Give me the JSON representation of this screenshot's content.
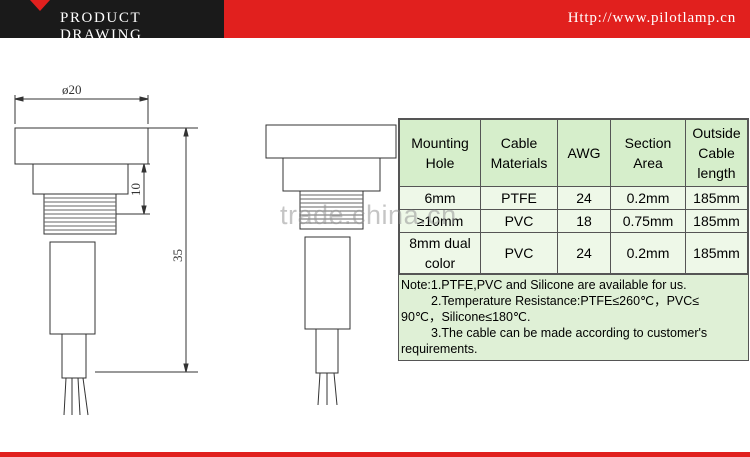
{
  "header": {
    "title": "PRODUCT DRAWING",
    "url": "Http://www.pilotlamp.cn"
  },
  "drawing": {
    "diameter_label": "ø20",
    "dim_10": "10",
    "dim_35": "35"
  },
  "table": {
    "headers": [
      "Mounting Hole",
      "Cable Materials",
      "AWG",
      "Section Area",
      "Outside Cable length"
    ],
    "rows": [
      [
        "6mm",
        "PTFE",
        "24",
        "0.2mm",
        "185mm"
      ],
      [
        "≥10mm",
        "PVC",
        "18",
        "0.75mm",
        "185mm"
      ],
      [
        "8mm dual color",
        "PVC",
        "24",
        "0.2mm",
        "185mm"
      ]
    ]
  },
  "notes": {
    "line1": "Note:1.PTFE,PVC and Silicone are available for us.",
    "line2a": "2.Temperature Resistance:PTFE≤260℃，PVC≤",
    "line2b": "90℃，Silicone≤180℃.",
    "line3a": "3.The cable can be made according to customer's",
    "line3b": "requirements."
  },
  "watermark": "trade.china.cn",
  "colors": {
    "header_red": "#e1201e",
    "header_dark": "#1a1a1a",
    "table_bg": "#dff0d6"
  }
}
